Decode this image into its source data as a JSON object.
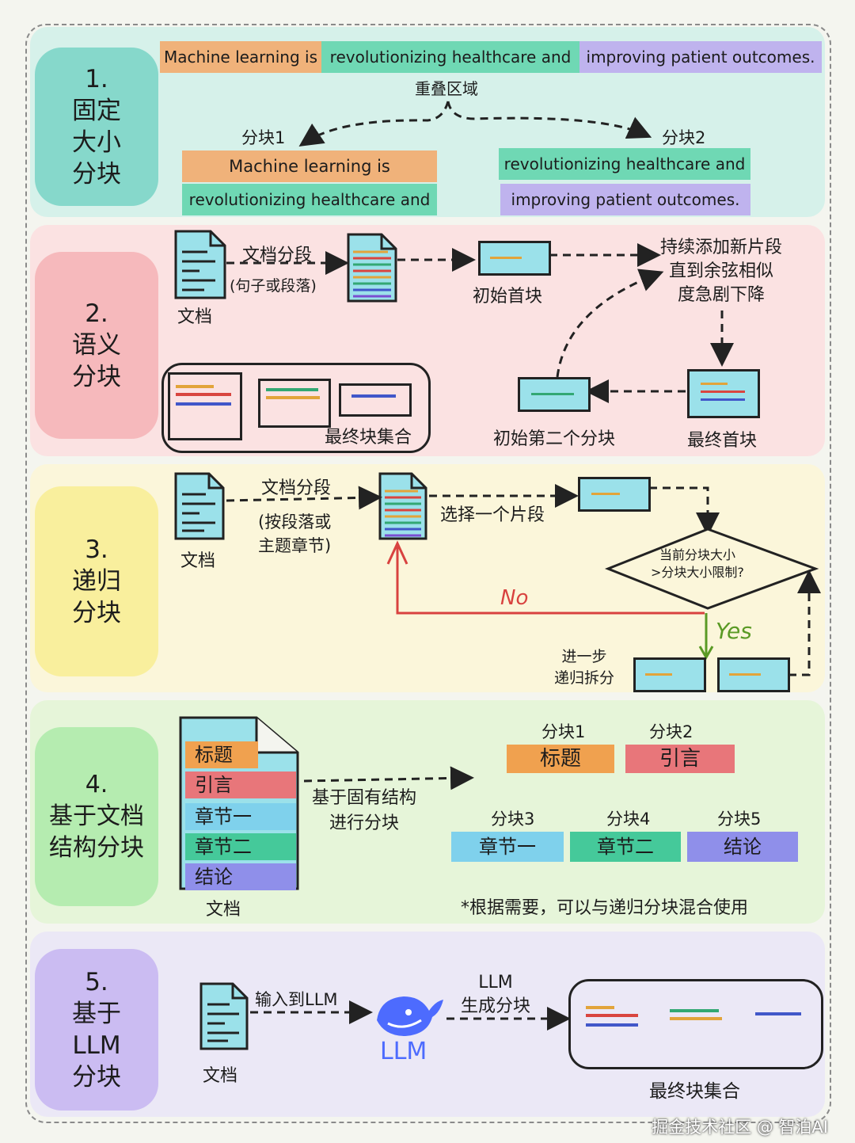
{
  "sections": [
    {
      "label": "1.\n固定\n大小\n分块",
      "sentence": [
        "Machine learning is",
        "revolutionizing healthcare and",
        "improving patient outcomes."
      ],
      "overlap_label": "重叠区域",
      "chunk1": {
        "title": "分块1",
        "lines": [
          "Machine learning is",
          "revolutionizing healthcare and"
        ]
      },
      "chunk2": {
        "title": "分块2",
        "lines": [
          "revolutionizing healthcare and",
          "improving patient outcomes."
        ]
      }
    },
    {
      "label": "2.\n语义\n分块",
      "doc": "文档",
      "split": "文档分段",
      "split_sub": "(句子或段落)",
      "initial_first": "初始首块",
      "keep_adding": "持续添加新片段\n直到余弦相似\n度急剧下降",
      "final_first": "最终首块",
      "initial_second": "初始第二个分块",
      "final_set": "最终块集合"
    },
    {
      "label": "3.\n递归\n分块",
      "doc": "文档",
      "split": "文档分段",
      "split_sub": "(按段落或\n主题章节)",
      "pick": "选择一个片段",
      "decision": "当前分块大小\n>分块大小限制?",
      "no": "No",
      "yes": "Yes",
      "further": "进一步\n递归拆分"
    },
    {
      "label": "4.\n基于文档\n结构分块",
      "doc": "文档",
      "doc_sections": [
        "标题",
        "引言",
        "章节一",
        "章节二",
        "结论"
      ],
      "arrow_text": "基于固有结构\n进行分块",
      "chunk_titles": [
        "分块1",
        "分块2",
        "分块3",
        "分块4",
        "分块5"
      ],
      "chunk_texts": [
        "标题",
        "引言",
        "章节一",
        "章节二",
        "结论"
      ],
      "note": "*根据需要，可以与递归分块混合使用"
    },
    {
      "label": "5.\n基于\nLLM\n分块",
      "doc": "文档",
      "input": "输入到LLM",
      "llm": "LLM",
      "gen": "LLM\n生成分块",
      "final_set": "最终块集合"
    }
  ],
  "watermark": "掘金技术社区 @ 智泊AI",
  "colors": {
    "orange": "#f0b27a",
    "teal": "#6fd8b4",
    "purple": "#bfb3ee",
    "tile": "#9be1ea",
    "red_arrow": "#d8423f",
    "green_arrow": "#5a9a25"
  }
}
